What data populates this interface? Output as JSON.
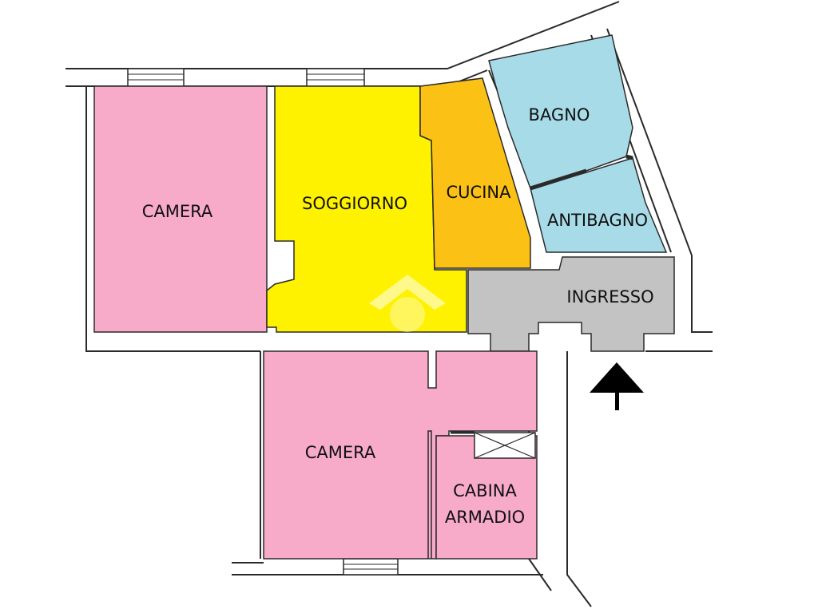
{
  "plan": {
    "rooms": [
      {
        "label": "CAMERA",
        "color": "#f7abc8"
      },
      {
        "label": "SOGGIORNO",
        "color": "#fff200"
      },
      {
        "label": "CUCINA",
        "color": "#fbc115"
      },
      {
        "label": "BAGNO",
        "color": "#a7dbe8"
      },
      {
        "label": "ANTIBAGNO",
        "color": "#a7dbe8"
      },
      {
        "label": "INGRESSO",
        "color": "#c3c3c3"
      },
      {
        "label": "CAMERA",
        "color": "#f7abc8"
      },
      {
        "label": "CABINA",
        "color": "#f7abc8"
      },
      {
        "label": "ARMADIO",
        "color": "#f7abc8"
      }
    ],
    "entrance_arrow": "up-arrow-icon",
    "watermark": "house-logo-watermark"
  }
}
